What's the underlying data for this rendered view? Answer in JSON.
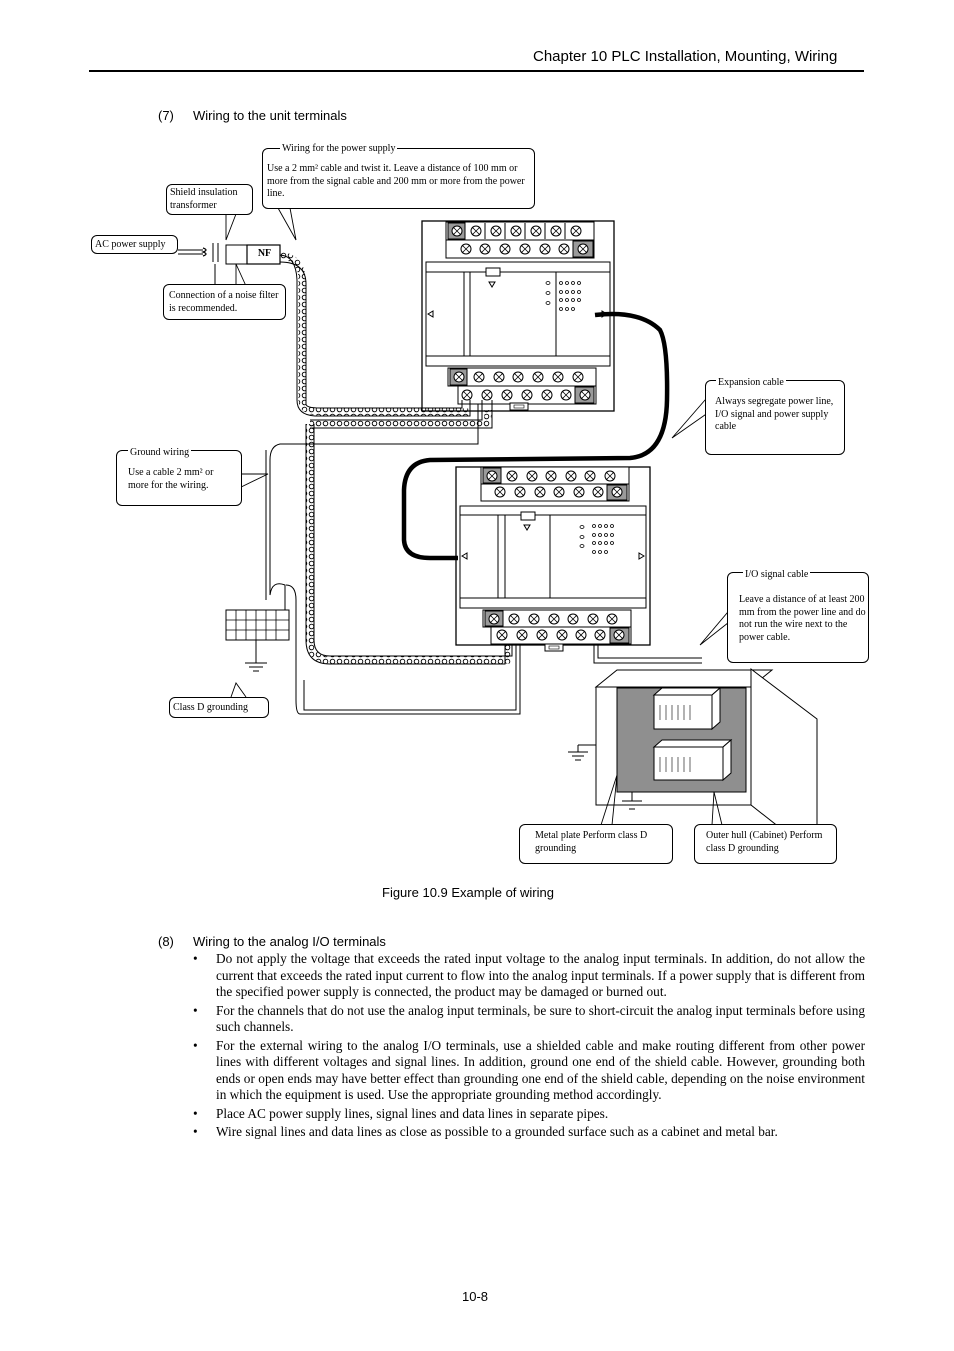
{
  "header": {
    "title": "Chapter 10  PLC Installation, Mounting, Wiring"
  },
  "section7": {
    "number": "(7)",
    "title": "Wiring to the unit terminals"
  },
  "figure": {
    "callouts": {
      "power_supply_wiring": {
        "title": "Wiring for the power supply",
        "text": "Use a 2 mm² cable and twist it. Leave a distance of 100 mm or more from the signal cable and 200 mm or more from the power line."
      },
      "shield_transformer": {
        "text": "Shield insulation transformer"
      },
      "ac_power": {
        "text": "AC power supply"
      },
      "noise_filter": {
        "text": "Connection of a noise filter is recommended."
      },
      "nf_label": "NF",
      "expansion_cable": {
        "title": "Expansion cable",
        "text": "Always segregate power line, I/O signal and power supply cable"
      },
      "ground_wiring": {
        "title": "Ground wiring",
        "text": "Use a cable 2 mm² or more for the wiring."
      },
      "io_signal_cable": {
        "title": "I/O signal cable",
        "text": "Leave a distance of at least 200 mm from the power line and do not run the wire next to the power cable."
      },
      "class_d": {
        "text": "Class D grounding"
      },
      "metal_plate": {
        "text": "Metal plate Perform class D grounding"
      },
      "outer_hull": {
        "text": "Outer hull (Cabinet) Perform class D grounding"
      }
    },
    "caption": "Figure 10.9 Example of wiring"
  },
  "section8": {
    "number": "(8)",
    "title": "Wiring to the analog I/O terminals",
    "bullets": [
      "Do not apply the voltage that exceeds the rated input voltage to the analog input terminals. In addition, do not allow the current that exceeds the rated input current to flow into the analog input terminals. If a power supply that is different from the specified power supply is connected, the product may be damaged or burned out.",
      "For the channels that do not use the analog input terminals, be sure to short-circuit the analog input terminals before using such channels.",
      "For the external wiring to the analog I/O terminals, use a shielded cable and make routing different from other power lines with different voltages and signal lines. In addition, ground one end of the shield cable. However, grounding both ends or open ends may have better effect than grounding one end of the shield cable, depending on the noise environment in which the equipment is used. Use the appropriate grounding method accordingly.",
      "Place AC power supply lines, signal lines and data lines in separate pipes.",
      "Wire signal lines and data lines as close as possible to a grounded surface such as a cabinet and metal bar."
    ],
    "bullet_symbol": "•"
  },
  "footer": {
    "page_number": "10-8"
  }
}
